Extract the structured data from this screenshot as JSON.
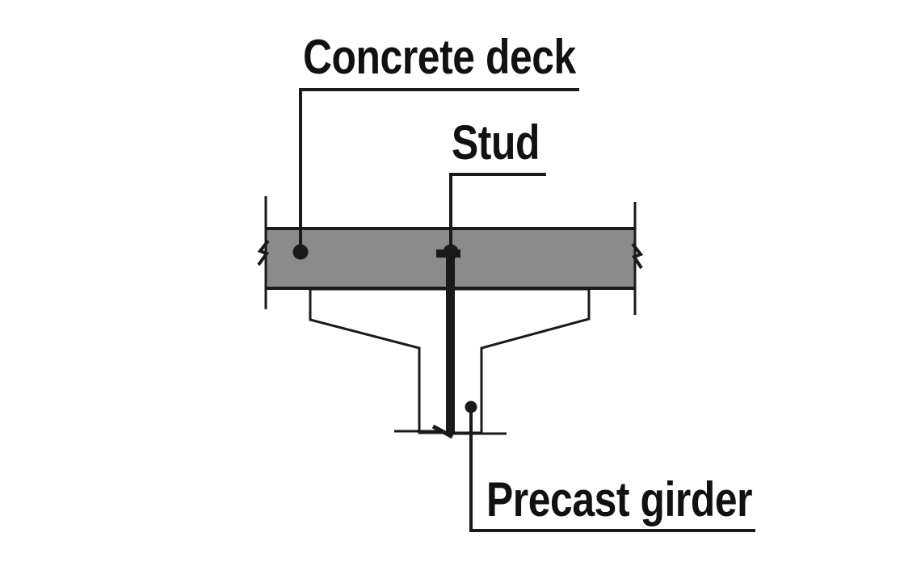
{
  "labels": {
    "concrete_deck": "Concrete deck",
    "stud": "Stud",
    "precast_girder": "Precast girder"
  },
  "colors": {
    "concrete_fill": "#8b8b8b",
    "line": "#1a1a1a",
    "stud_fill": "#1a1a1a",
    "text": "#111111",
    "background": "#ffffff"
  }
}
